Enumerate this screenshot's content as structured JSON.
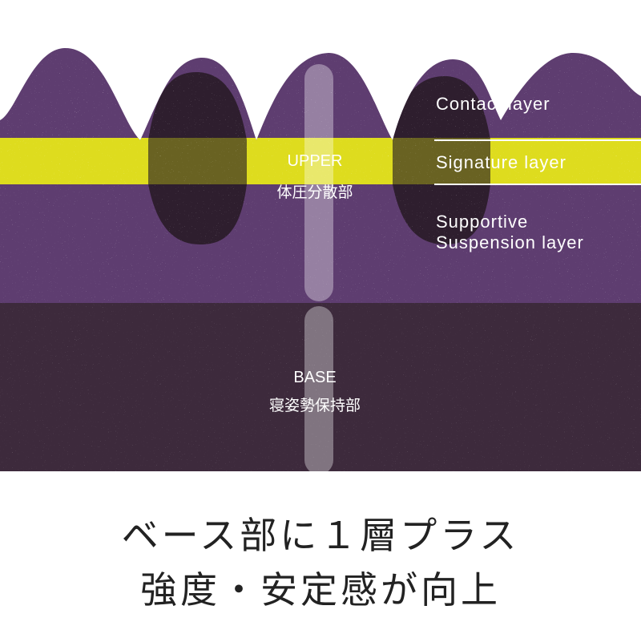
{
  "layers": {
    "contact": "Contact layer",
    "signature": "Signature layer",
    "supportive_line1": "Supportive",
    "supportive_line2": "Suspension layer"
  },
  "upper": {
    "title": "UPPER",
    "subtitle": "体圧分散部"
  },
  "base": {
    "title": "BASE",
    "subtitle": "寝姿勢保持部"
  },
  "caption": {
    "line1": "ベース部に１層プラス",
    "line2": "強度・安定感が向上"
  },
  "colors": {
    "purple": "#5a3a6e",
    "dark_purple": "#3a2838",
    "yellow": "#e6e31a"
  }
}
